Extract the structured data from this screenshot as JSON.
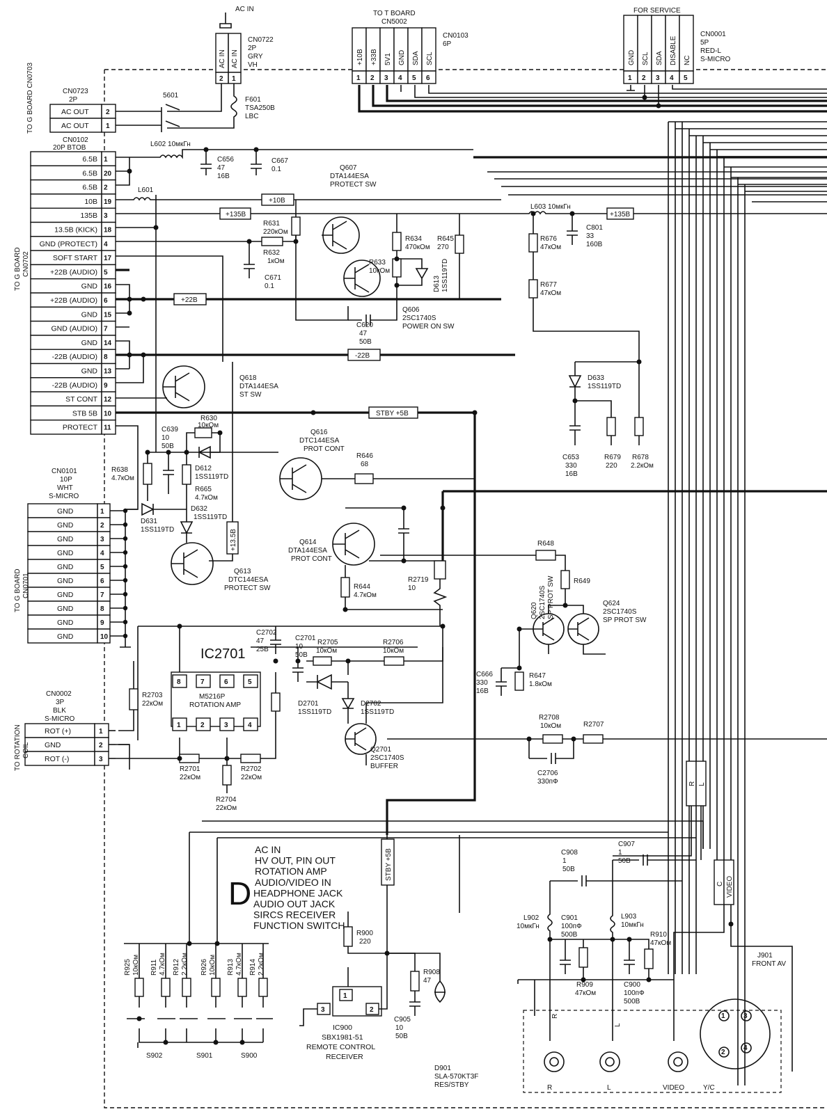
{
  "ac_in": {
    "title": "AC IN",
    "connector": "CN0722",
    "pins": "2P",
    "color": "GRY",
    "type": "VH",
    "pin_labels": [
      "AC IN",
      "AC IN"
    ],
    "pin_numbers": [
      "2",
      "1"
    ]
  },
  "fuse": {
    "ref": "F601",
    "value": "TSA250B",
    "type": "LBC"
  },
  "switch_main": {
    "ref": "5601"
  },
  "cn0723": {
    "ref": "CN0723",
    "pins": "2P",
    "side_label": "TO G BOARD CN0703",
    "rows": [
      {
        "label": "AC OUT",
        "pin": "2"
      },
      {
        "label": "AC OUT",
        "pin": "1"
      }
    ]
  },
  "cn0102": {
    "ref": "CN0102",
    "type": "20P BTOB",
    "side_label_1": "TO G BOARD",
    "side_label_2": "CN0702",
    "rows": [
      {
        "label": "6.5B",
        "pin": "1"
      },
      {
        "label": "6.5B",
        "pin": "20"
      },
      {
        "label": "6.5B",
        "pin": "2"
      },
      {
        "label": "10B",
        "pin": "19"
      },
      {
        "label": "135B",
        "pin": "3"
      },
      {
        "label": "13.5B (KICK)",
        "pin": "18"
      },
      {
        "label": "GND (PROTECT)",
        "pin": "4"
      },
      {
        "label": "SOFT START",
        "pin": "17"
      },
      {
        "label": "+22B (AUDIO)",
        "pin": "5"
      },
      {
        "label": "GND",
        "pin": "16"
      },
      {
        "label": "+22B (AUDIO)",
        "pin": "6"
      },
      {
        "label": "GND",
        "pin": "15"
      },
      {
        "label": "GND (AUDIO)",
        "pin": "7"
      },
      {
        "label": "GND",
        "pin": "14"
      },
      {
        "label": "-22B (AUDIO)",
        "pin": "8"
      },
      {
        "label": "GND",
        "pin": "13"
      },
      {
        "label": "-22B (AUDIO)",
        "pin": "9"
      },
      {
        "label": "ST CONT",
        "pin": "12"
      },
      {
        "label": "STB 5B",
        "pin": "10"
      },
      {
        "label": "PROTECT",
        "pin": "11"
      }
    ]
  },
  "cn0101": {
    "ref": "CN0101",
    "pins": "10P",
    "color": "WHT",
    "type": "S-MICRO",
    "side_label_1": "TO G BOARD",
    "side_label_2": "CN0701",
    "rows": [
      {
        "label": "GND",
        "pin": "1"
      },
      {
        "label": "GND",
        "pin": "2"
      },
      {
        "label": "GND",
        "pin": "3"
      },
      {
        "label": "GND",
        "pin": "4"
      },
      {
        "label": "GND",
        "pin": "5"
      },
      {
        "label": "GND",
        "pin": "6"
      },
      {
        "label": "GND",
        "pin": "7"
      },
      {
        "label": "GND",
        "pin": "8"
      },
      {
        "label": "GND",
        "pin": "9"
      },
      {
        "label": "GND",
        "pin": "10"
      }
    ]
  },
  "cn0002": {
    "ref": "CN0002",
    "pins": "3P",
    "color": "BLK",
    "type": "S-MICRO",
    "side_label_1": "TO ROTATION",
    "side_label_2": "COIL",
    "rows": [
      {
        "label": "ROT (+)",
        "pin": "1"
      },
      {
        "label": "GND",
        "pin": "2"
      },
      {
        "label": "ROT (-)",
        "pin": "3"
      }
    ]
  },
  "cn0103": {
    "title_1": "TO T BOARD",
    "title_2": "CN5002",
    "ref": "CN0103",
    "pins": "6P",
    "cols": [
      {
        "label": "+10B",
        "pin": "1"
      },
      {
        "label": "+33B",
        "pin": "2"
      },
      {
        "label": "5V1",
        "pin": "3"
      },
      {
        "label": "GND",
        "pin": "4"
      },
      {
        "label": "SDA",
        "pin": "5"
      },
      {
        "label": "SCL",
        "pin": "6"
      }
    ]
  },
  "cn0001": {
    "title": "FOR SERVICE",
    "ref": "CN0001",
    "pins": "5P",
    "color": "RED-L",
    "type": "S-MICRO",
    "cols": [
      {
        "label": "GND",
        "pin": "1"
      },
      {
        "label": "SCL",
        "pin": "2"
      },
      {
        "label": "SDA",
        "pin": "3"
      },
      {
        "label": "DISABLE",
        "pin": "4"
      },
      {
        "label": "NC",
        "pin": "5"
      }
    ]
  },
  "rails": {
    "plus10": "+10B",
    "plus135": "+135B",
    "plus135_right": "+135B",
    "plus22": "+22B",
    "minus22": "-22B",
    "stby": "STBY +5B",
    "v135": "+13.5B",
    "stby_vert": "STBY +5B"
  },
  "components": {
    "L602": "L602 10мкГн",
    "L601": "L601",
    "C656": [
      "C656",
      "47",
      "16B"
    ],
    "C667": [
      "C667",
      "0.1"
    ],
    "Q607": [
      "Q607",
      "DTA144ESA",
      "PROTECT SW"
    ],
    "R631": [
      "R631",
      "220кОм"
    ],
    "R632": [
      "R632",
      "1кОм"
    ],
    "C671": [
      "C671",
      "0.1"
    ],
    "R634": [
      "R634",
      "470кОм"
    ],
    "R645": [
      "R645",
      "270"
    ],
    "R633": [
      "R633",
      "10кОм"
    ],
    "D613": [
      "D613",
      "1SS119TD"
    ],
    "Q606": [
      "Q606",
      "2SC1740S",
      "POWER ON SW"
    ],
    "C620": [
      "C620",
      "47",
      "50B"
    ],
    "L603": "L603 10мкГн",
    "C801": [
      "C801",
      "33",
      "160B"
    ],
    "R676": [
      "R676",
      "47кОм"
    ],
    "R677": [
      "R677",
      "47кОм"
    ],
    "Q618": [
      "Q618",
      "DTA144ESA",
      "ST SW"
    ],
    "D633": [
      "D633",
      "1SS119TD"
    ],
    "C653": [
      "C653",
      "330",
      "16B"
    ],
    "R679": [
      "R679",
      "220"
    ],
    "R678": [
      "R678",
      "2.2кОм"
    ],
    "C639": [
      "C639",
      "10",
      "50B"
    ],
    "R630": [
      "R630",
      "10кОм"
    ],
    "R638": [
      "R638",
      "4.7кОм"
    ],
    "D612": [
      "D612",
      "1SS119TD"
    ],
    "R665": [
      "R665",
      "4.7кОм"
    ],
    "D631": [
      "D631",
      "1SS119TD"
    ],
    "D632": [
      "D632",
      "1SS119TD"
    ],
    "Q616": [
      "Q616",
      "DTC144ESA",
      "PROT CONT"
    ],
    "R646": [
      "R646",
      "68"
    ],
    "Q613": [
      "Q613",
      "DTC144ESA",
      "PROTECT SW"
    ],
    "Q614": [
      "Q614",
      "DTA144ESA",
      "PROT CONT"
    ],
    "R644": [
      "R644",
      "4.7кОм"
    ],
    "R2719": [
      "R2719",
      "10"
    ],
    "R648": "R648",
    "R649": "R649",
    "Q620": [
      "Q620",
      "2SC1740S",
      "SP PROT SW"
    ],
    "Q624": [
      "Q624",
      "2SC1740S",
      "SP PROT SW"
    ],
    "C666": [
      "C666",
      "330",
      "16B"
    ],
    "R647": [
      "R647",
      "1.8кОм"
    ],
    "C2702": [
      "C2702",
      "47",
      "25B"
    ],
    "C2701": [
      "C2701",
      "10",
      "50B"
    ],
    "R2705": [
      "R2705",
      "10кОм"
    ],
    "R2706": [
      "R2706",
      "10кОм"
    ],
    "R2703": [
      "R2703",
      "22кОм"
    ],
    "D2701": [
      "D2701",
      "1SS119TD"
    ],
    "D2702": [
      "D2702",
      "1SS119TD"
    ],
    "Q2701": [
      "Q2701",
      "2SC1740S",
      "BUFFER"
    ],
    "R2701": [
      "R2701",
      "22кОм"
    ],
    "R2702": [
      "R2702",
      "22кОм"
    ],
    "R2704": [
      "R2704",
      "22кОм"
    ],
    "R2708": [
      "R2708",
      "10кОм"
    ],
    "R2707": "R2707",
    "C2706": [
      "C2706",
      "330пФ"
    ],
    "C908": [
      "C908",
      "1",
      "50B"
    ],
    "C907": [
      "C907",
      "1",
      "50B"
    ],
    "L902": [
      "L902",
      "10мкГн"
    ],
    "C901": [
      "C901",
      "100пФ",
      "500B"
    ],
    "L903": [
      "L903",
      "10мкГн"
    ],
    "R910": [
      "R910",
      "47кОм"
    ],
    "R909": [
      "R909",
      "47кОм"
    ],
    "C900": [
      "C900",
      "100пФ",
      "500B"
    ],
    "R900": [
      "R900",
      "220"
    ],
    "R908": [
      "R908",
      "47"
    ],
    "C905": [
      "C905",
      "10",
      "50B"
    ],
    "D901": [
      "D901",
      "SLA-570KT3F",
      "RES/STBY"
    ],
    "IC900": [
      "IC900",
      "SBX1981-51",
      "REMOTE CONTROL",
      "RECEIVER"
    ],
    "J901": [
      "J901",
      "FRONT AV"
    ],
    "R925": [
      "R925",
      "10кОм"
    ],
    "R911": [
      "R911",
      "4.7кОм"
    ],
    "R912": [
      "R912",
      "2.2кОм"
    ],
    "R926": [
      "R926",
      "10кОм"
    ],
    "R913": [
      "R913",
      "4.7кОм"
    ],
    "R914": [
      "R914",
      "2.2кОм"
    ],
    "S902": "S902",
    "S901": "S901",
    "S900": "S900"
  },
  "ic2701": {
    "title": "IC2701",
    "part": "M5216P",
    "function": "ROTATION AMP",
    "top_pins": [
      "8",
      "7",
      "6",
      "5"
    ],
    "bottom_pins": [
      "1",
      "2",
      "3",
      "4"
    ]
  },
  "ic900_pins": [
    "1",
    "2",
    "3"
  ],
  "jack_pins": [
    "1",
    "2",
    "3",
    "4"
  ],
  "block": {
    "letter": "D",
    "lines": [
      "AC IN",
      "HV OUT, PIN OUT",
      "ROTATION AMP",
      "AUDIO/VIDEO IN",
      "HEADPHONE JACK",
      "AUDIO OUT JACK",
      "SIRCS RECEIVER",
      "FUNCTION SWITCH"
    ]
  },
  "av_labels": {
    "r": "R",
    "l": "L",
    "video": "VIDEO",
    "yc": "Y/C",
    "c": "C",
    "video_vert": "VIDEO",
    "r_small": "R",
    "l_small": "L"
  }
}
